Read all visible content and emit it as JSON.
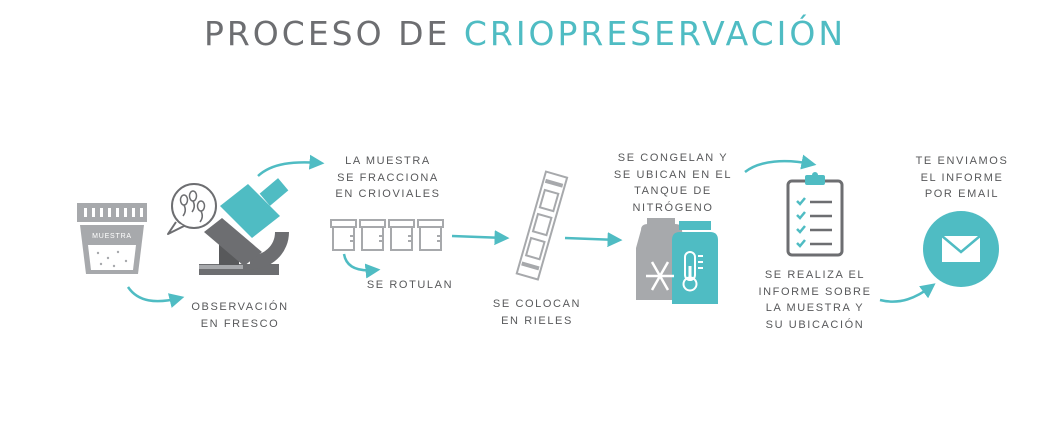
{
  "title": {
    "part1": "PROCESO DE",
    "part2": "CRIOPRESERVACIÓN"
  },
  "steps": {
    "jar_label": "MUESTRA",
    "observacion": "OBSERVACIÓN\nEN FRESCO",
    "fracciona": "LA MUESTRA\nSE FRACCIONA\nEN CRIOVIALES",
    "rotulan": "SE ROTULAN",
    "rieles": "SE COLOCAN\nEN RIELES",
    "congelan": "SE CONGELAN Y\nSE UBICAN EN EL\nTANQUE DE\nNITRÓGENO",
    "informe": "SE REALIZA EL\nINFORME SOBRE\nLA MUESTRA Y\nSU UBICACIÓN",
    "email": "TE ENVIAMOS\nEL INFORME\nPOR EMAIL"
  },
  "colors": {
    "teal": "#4fbcc3",
    "gray": "#a7a9ac",
    "dark": "#6d6e71",
    "text": "#58595b"
  },
  "icons": [
    "sample-jar-icon",
    "microscope-icon",
    "sperm-bubble-icon",
    "cryovial-icon",
    "rail-icon",
    "nitrogen-tank-icon",
    "snowflake-icon",
    "thermometer-icon",
    "clipboard-icon",
    "email-icon",
    "arrow-icon"
  ]
}
